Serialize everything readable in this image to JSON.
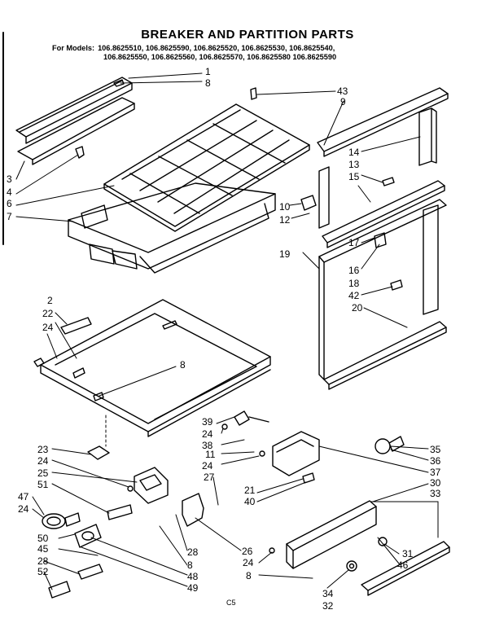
{
  "title": "BREAKER AND PARTITION PARTS",
  "models_label": "For Models:",
  "models_line1": "106.8625510, 106.8625590, 106.8625520, 106.8625530, 106.8625540,",
  "models_line2": "106.8625550, 106.8625560, 106.8625570, 106.8625580  106.8625590",
  "page_code": "C5",
  "callouts": {
    "n1": "1",
    "n8a": "8",
    "n3": "3",
    "n4": "4",
    "n6": "6",
    "n7": "7",
    "n43": "43",
    "n9": "9",
    "n14": "14",
    "n13": "13",
    "n15": "15",
    "n10": "10",
    "n12": "12",
    "n19": "19",
    "n17": "17",
    "n16": "16",
    "n18": "18",
    "n42": "42",
    "n20": "20",
    "n2": "2",
    "n22": "22",
    "n24a": "24",
    "n8b": "8",
    "n39": "39",
    "n24b": "24",
    "n38": "38",
    "n11": "11",
    "n24c": "24",
    "n27": "27",
    "n21": "21",
    "n40": "40",
    "n35": "35",
    "n36": "36",
    "n37": "37",
    "n30": "30",
    "n33": "33",
    "n23": "23",
    "n24d": "24",
    "n25": "25",
    "n51": "51",
    "n47": "47",
    "n24e": "24",
    "n50": "50",
    "n45": "45",
    "n28a": "28",
    "n52": "52",
    "n28b": "28",
    "n8c": "8",
    "n48": "48",
    "n49": "49",
    "n26": "26",
    "n24f": "24",
    "n8d": "8",
    "n31": "31",
    "n46": "46",
    "n34": "34",
    "n32": "32"
  }
}
